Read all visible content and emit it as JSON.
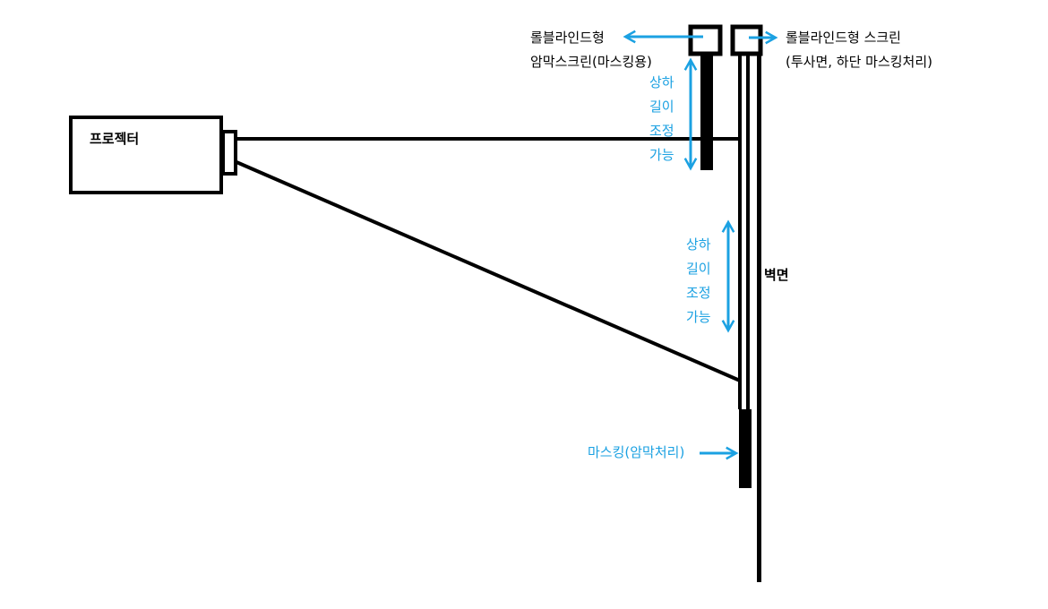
{
  "projector_label": "프로젝터",
  "masking_screen_label": [
    "롤블라인드형",
    "암막스크린(마스킹용)"
  ],
  "projection_screen_label": [
    "롤블라인드형 스크린",
    "(투사면, 하단 마스킹처리)"
  ],
  "adjust_label_top": [
    "상하",
    "길이",
    "조정",
    "가능"
  ],
  "adjust_label_mid": [
    "상하",
    "길이",
    "조정",
    "가능"
  ],
  "wall_label": "벽면",
  "masking_label": "마스킹(암막처리)",
  "colors": {
    "arrow": "#1ba1e2",
    "line": "#000000"
  }
}
